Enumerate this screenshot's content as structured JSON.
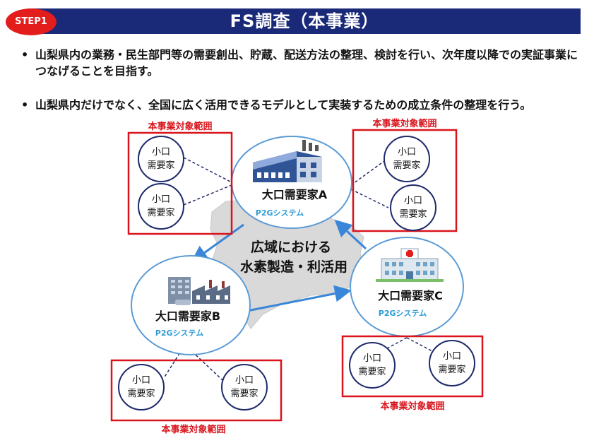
{
  "header": {
    "step_badge": "STEP1",
    "title": "FS調査（本事業）"
  },
  "bullets": [
    "山梨県内の業務・民生部門等の需要創出、貯蔵、配送方法の整理、検討を行い、次年度以降での実証事業につなげることを目指す。",
    "山梨県内だけでなく、全国に広く活用できるモデルとして実装するための成立条件の整理を行う。"
  ],
  "diagram": {
    "center_label_line1": "広域における",
    "center_label_line2": "水素製造・利活用",
    "scope_label": "本事業対象範囲",
    "small_consumer_line1": "小口",
    "small_consumer_line2": "需要家",
    "system_label": "P2Gシステム",
    "large_a": "大口需要家A",
    "large_b": "大口需要家B",
    "large_c": "大口需要家C"
  },
  "colors": {
    "title_bar": "#1a2a78",
    "badge": "#e31c1c",
    "scope_border": "#d9141c",
    "circle_border": "#5b9bd5",
    "small_circle_border": "#1f2a6b",
    "arrow": "#3a86d8",
    "system_text": "#2e9bd6",
    "map_fill": "#d9d9d9"
  }
}
